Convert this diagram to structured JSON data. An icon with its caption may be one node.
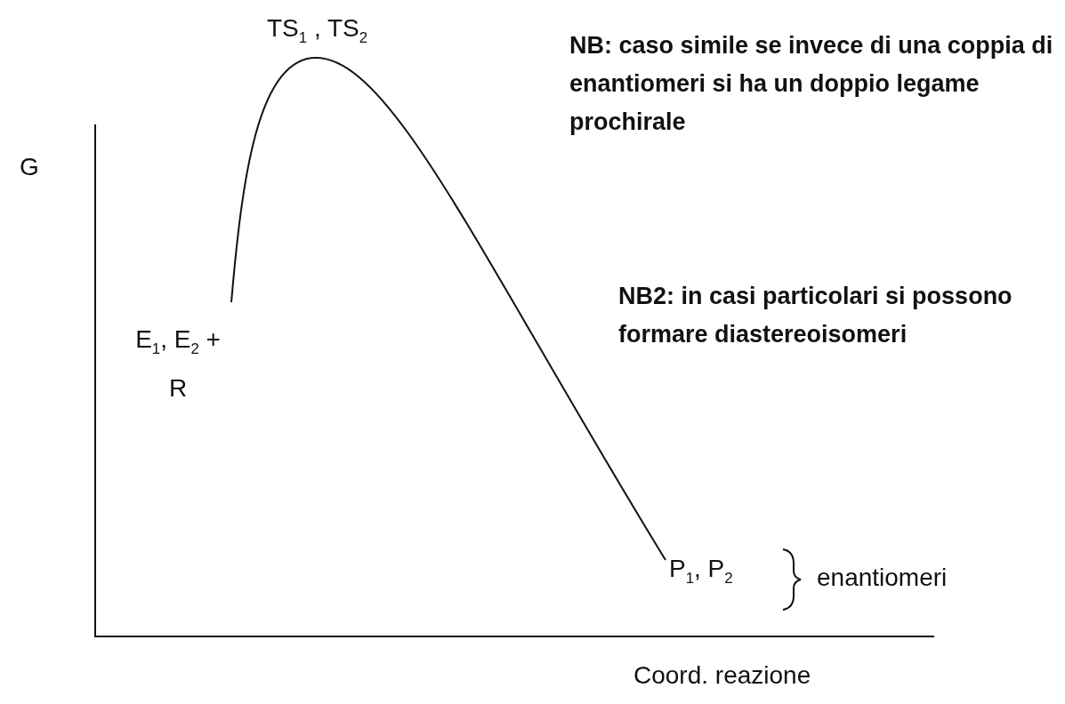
{
  "diagram": {
    "labels": [
      "TS$_{1}$ , TS$_{2}$",
      "NB: caso simile se invece di una coppia di enantiomeri si ha un doppio legame prochirale",
      "G",
      "NB2: in casi particolari si possono formare diastereoisomeri",
      "E$_{1}$, E$_{2}$ + R",
      "P$_{1}$, P$_{2}$",
      "enantiomeri",
      "Coord. reazione"
    ]
  }
}
